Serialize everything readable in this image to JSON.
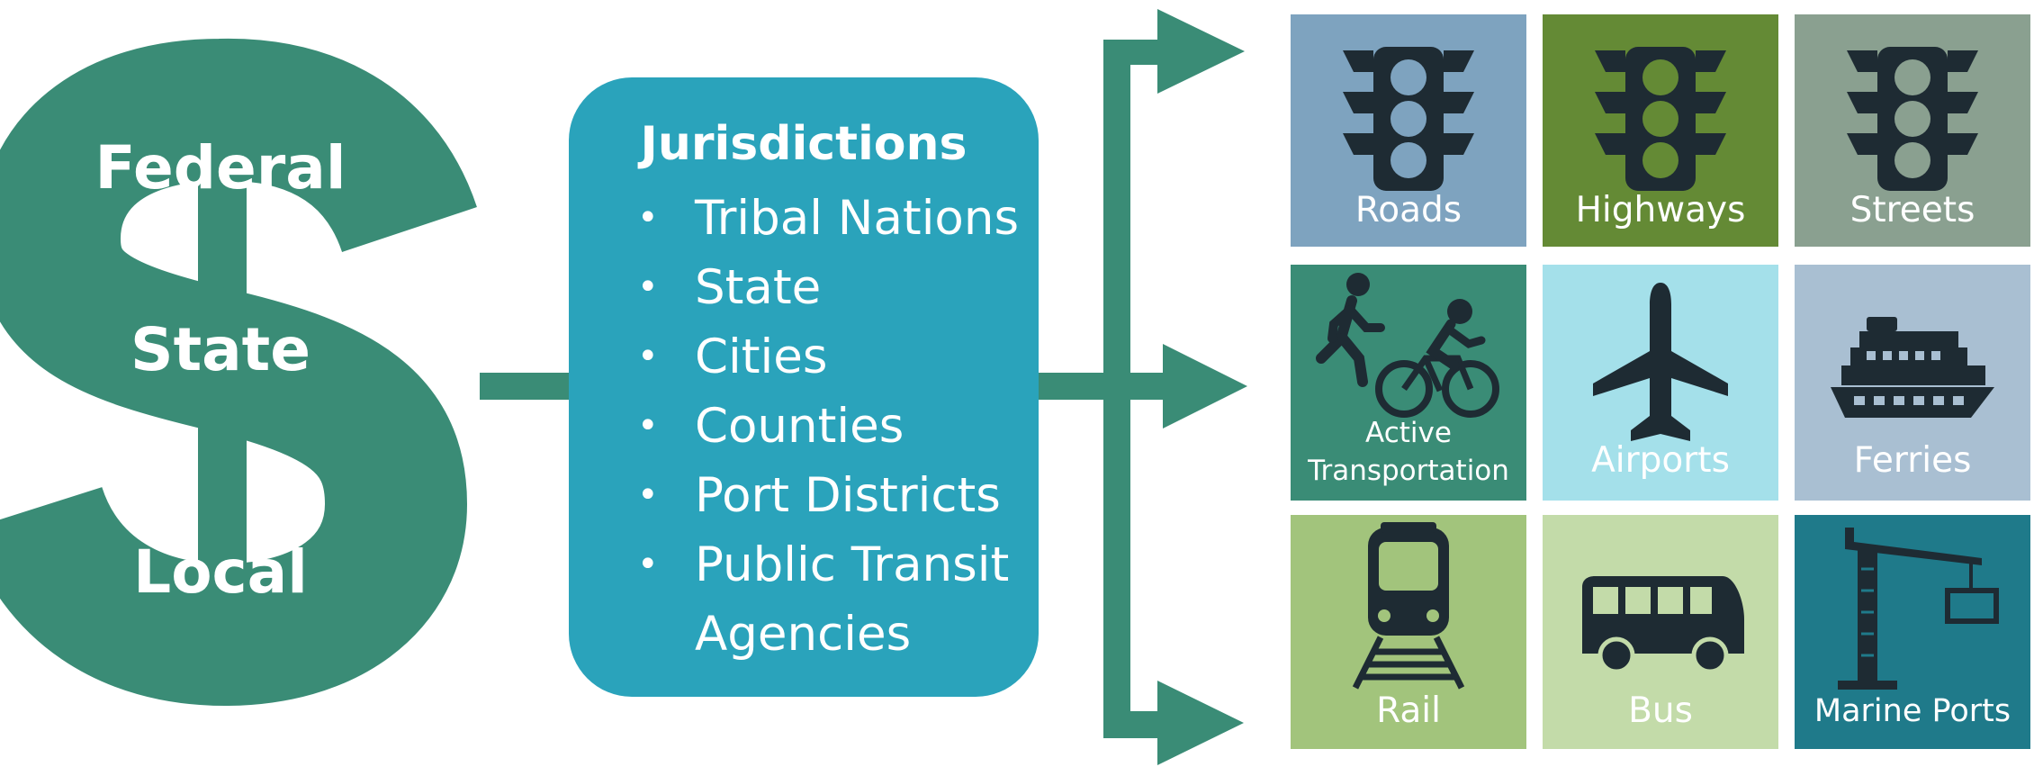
{
  "funding_sources": [
    "Federal",
    "State",
    "Local"
  ],
  "jurisdictions": {
    "title": "Jurisdictions",
    "items": [
      "Tribal Nations",
      "State",
      "Cities",
      "Counties",
      "Port Districts",
      "Public Transit\nAgencies"
    ]
  },
  "modes": [
    {
      "label": "Roads",
      "icon": "traffic-light-icon",
      "color": "#7ea3bf"
    },
    {
      "label": "Highways",
      "icon": "traffic-light-icon",
      "color": "#648a35"
    },
    {
      "label": "Streets",
      "icon": "traffic-light-icon",
      "color": "#8aa090"
    },
    {
      "label": "Active\nTransportation",
      "icon": "pedestrian-bicycle-icon",
      "color": "#3a8c76"
    },
    {
      "label": "Airports",
      "icon": "airplane-icon",
      "color": "#a4e0ea"
    },
    {
      "label": "Ferries",
      "icon": "ferry-icon",
      "color": "#a9bfd2"
    },
    {
      "label": "Rail",
      "icon": "train-icon",
      "color": "#a2c47c"
    },
    {
      "label": "Bus",
      "icon": "bus-icon",
      "color": "#c3dba9"
    },
    {
      "label": "Marine Ports",
      "icon": "crane-icon",
      "color": "#1f7a8a"
    }
  ],
  "colors": {
    "green": "#3a8c76",
    "teal": "#2aa3bb",
    "icon_dark": "#1e2b33"
  }
}
